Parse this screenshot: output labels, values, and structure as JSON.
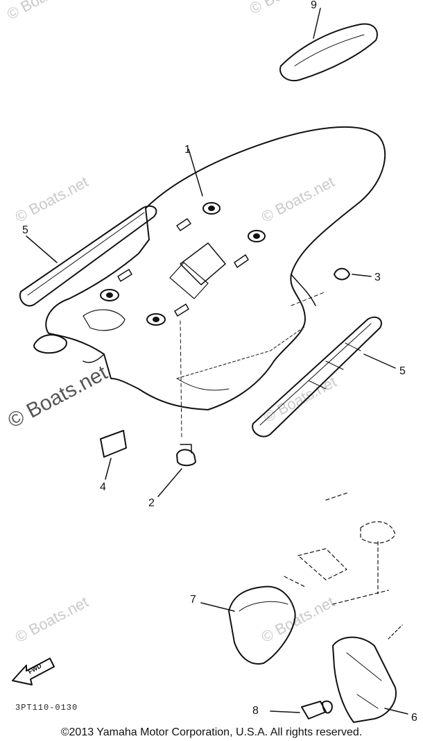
{
  "callouts": {
    "c1": "1",
    "c2": "2",
    "c3": "3",
    "c4": "4",
    "c5a": "5",
    "c5b": "5",
    "c6": "6",
    "c7": "7",
    "c8": "8",
    "c9": "9"
  },
  "watermark": "© Boats.net",
  "part_code": "3PT110-0130",
  "fwd_label": "FWD",
  "copyright": "©2013 Yamaha Motor Corporation, U.S.A. All rights reserved.",
  "colors": {
    "ink": "#111111",
    "watermark": "#c9c9c9",
    "background": "#ffffff"
  }
}
